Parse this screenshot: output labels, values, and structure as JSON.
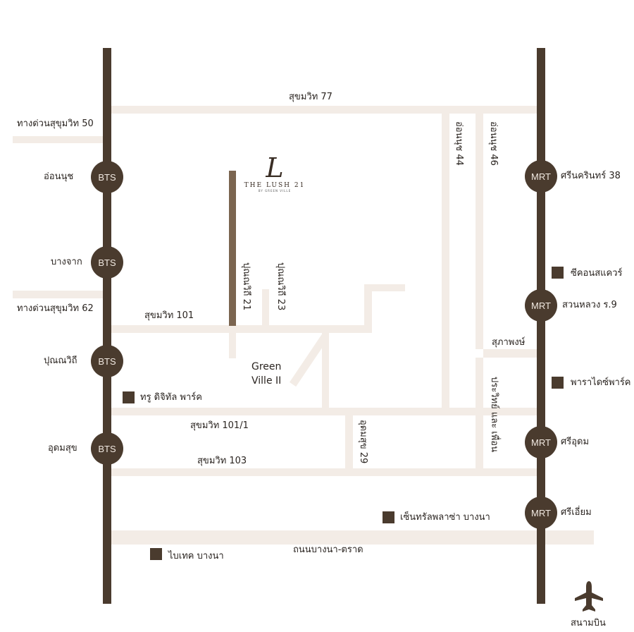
{
  "logo": {
    "mark": "L",
    "name": "THE LUSH 21",
    "sub": "BY GREEN VILLE"
  },
  "roads": {
    "sukhumvit77": "สุขมวิท 77",
    "expressway50": "ทางด่วนสุขุมวิท 50",
    "expressway62": "ทางด่วนสุขุมวิท 62",
    "sukhumvit101": "สุขมวิท 101",
    "sukhumvit101_1": "สุขมวิท 101/1",
    "sukhumvit103": "สุขมวิท 103",
    "punnawithi21": "ปุณณวิถี 21",
    "punnawithi23": "ปุณณวิถี 23",
    "onnut44": "อ่อนนุช 44",
    "onnut46": "อ่อนนุช 46",
    "suphaphong": "สุภาพงษ์",
    "prawet": "ประวิทย์ และ เพื่อน",
    "udomsuk29": "อุดมสุข 29",
    "bangna_trad": "ถนนบางนา-ตราด"
  },
  "area": {
    "greenville_line1": "Green",
    "greenville_line2": "Ville II"
  },
  "stations": {
    "bts": [
      {
        "code": "BTS",
        "name": "อ่อนนุช"
      },
      {
        "code": "BTS",
        "name": "บางจาก"
      },
      {
        "code": "BTS",
        "name": "ปุณณวิถี"
      },
      {
        "code": "BTS",
        "name": "อุดมสุข"
      }
    ],
    "mrt": [
      {
        "code": "MRT",
        "name": "ศรีนครินทร์ 38"
      },
      {
        "code": "MRT",
        "name": "สวนหลวง ร.9"
      },
      {
        "code": "MRT",
        "name": "ศรีอุดม"
      },
      {
        "code": "MRT",
        "name": "ศรีเอี่ยม"
      }
    ]
  },
  "landmarks": {
    "true_digital": "ทรู ดิจิทัล พาร์ค",
    "seacon": "ซีคอนสแควร์",
    "paradise": "พาราไดซ์พาร์ค",
    "central": "เซ็นทรัลพลาซ่า บางนา",
    "bitec": "ไบเทค บางนา"
  },
  "airport": {
    "label": "สนามบิน"
  },
  "colors": {
    "rail": "#4a3b2e",
    "road": "#f3ece6",
    "highlight": "#7b6550"
  }
}
